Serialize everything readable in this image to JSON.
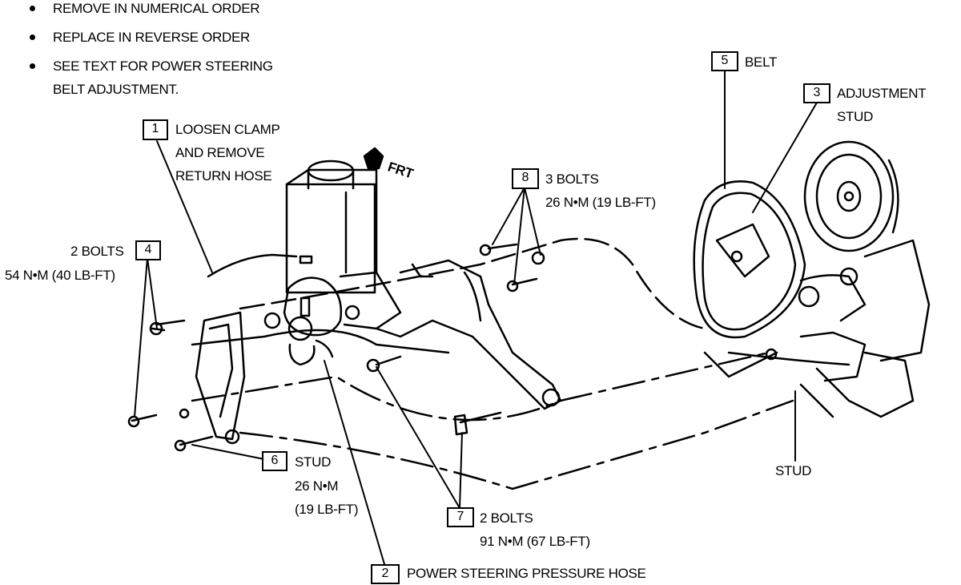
{
  "notes": [
    "REMOVE IN NUMERICAL ORDER",
    "REPLACE IN REVERSE ORDER",
    "SEE TEXT FOR POWER STEERING",
    "BELT ADJUSTMENT."
  ],
  "direction_label": "FRT",
  "callouts": {
    "c1": {
      "num": "1",
      "lines": [
        "LOOSEN CLAMP",
        "AND REMOVE",
        "RETURN HOSE"
      ]
    },
    "c2": {
      "num": "2",
      "lines": [
        "POWER STEERING PRESSURE HOSE"
      ]
    },
    "c3": {
      "num": "3",
      "lines": [
        "ADJUSTMENT",
        "STUD"
      ]
    },
    "c4": {
      "num": "4",
      "lines": [
        "2 BOLTS",
        "54 N•M (40 LB-FT)"
      ]
    },
    "c5": {
      "num": "5",
      "lines": [
        "BELT"
      ]
    },
    "c6": {
      "num": "6",
      "lines": [
        "STUD",
        "26 N•M",
        "(19 LB-FT)"
      ]
    },
    "c7": {
      "num": "7",
      "lines": [
        "2 BOLTS",
        "91 N•M (67 LB-FT)"
      ]
    },
    "c8": {
      "num": "8",
      "lines": [
        "3 BOLTS",
        "26 N•M (19 LB-FT)"
      ]
    },
    "stud": {
      "lines": [
        "STUD"
      ]
    }
  }
}
